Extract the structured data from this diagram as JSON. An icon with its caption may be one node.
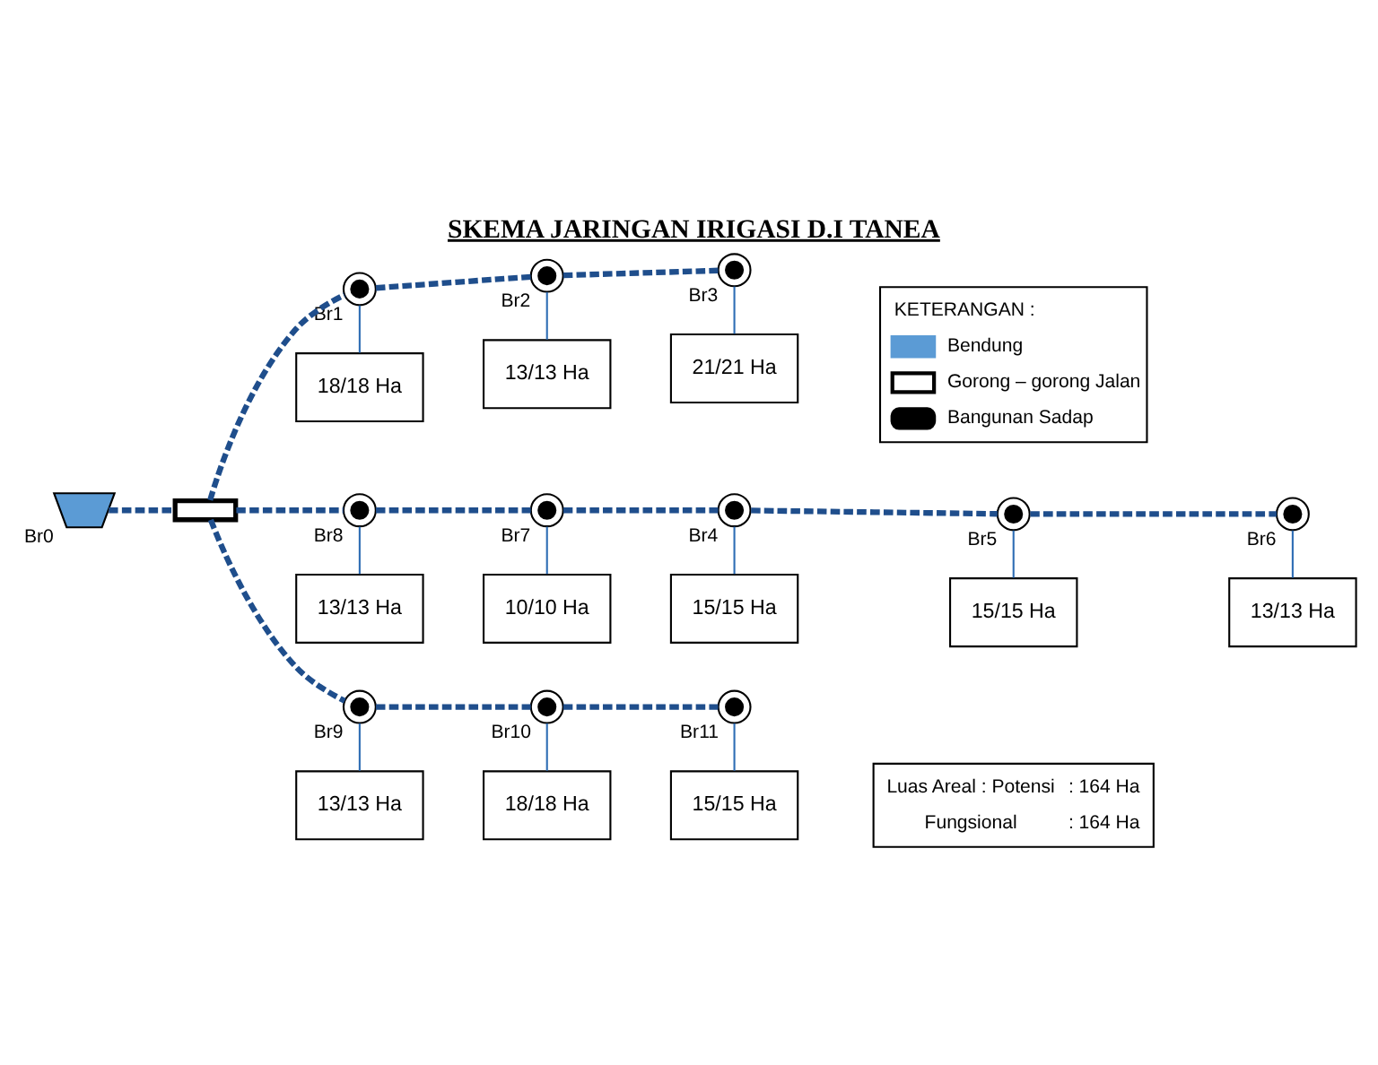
{
  "diagram": {
    "title": "SKEMA JARINGAN IRIGASI D.I TANEA",
    "nodes": [
      {
        "text": [],
        "shape": "weir",
        "beside": [
          "Br0"
        ]
      },
      {
        "text": [],
        "shape": "bar"
      },
      {
        "text": [
          "18/18 Ha"
        ]
      },
      {
        "text": [
          "13/13 Ha"
        ]
      },
      {
        "text": [
          "21/21 Ha"
        ]
      },
      {
        "text": [],
        "shape": "circle",
        "beside": [
          "Br1"
        ]
      },
      {
        "text": [],
        "shape": "circle",
        "beside": [
          "Br2"
        ]
      },
      {
        "text": [],
        "shape": "circle",
        "beside": [
          "Br3"
        ]
      },
      {
        "text": [],
        "shape": "circle",
        "beside": [
          "Br8"
        ]
      },
      {
        "text": [],
        "shape": "circle",
        "beside": [
          "Br7"
        ]
      },
      {
        "text": [],
        "shape": "circle",
        "beside": [
          "Br4"
        ]
      },
      {
        "text": [],
        "shape": "circle",
        "beside": [
          "Br5"
        ]
      },
      {
        "text": [
          "15/15 Ha"
        ]
      },
      {
        "text": [
          "13/13 Ha"
        ]
      },
      {
        "text": [
          "10/10 Ha"
        ]
      },
      {
        "text": [
          "15/15 Ha"
        ]
      },
      {
        "text": [],
        "shape": "circle",
        "beside": [
          "Br6"
        ]
      },
      {
        "text": [
          "13/13 Ha"
        ]
      },
      {
        "text": [],
        "shape": "circle",
        "beside": [
          "Br9"
        ]
      },
      {
        "text": [],
        "shape": "circle",
        "beside": [
          "Br10"
        ]
      },
      {
        "text": [],
        "shape": "circle",
        "beside": [
          "Br11"
        ]
      },
      {
        "text": [
          "13/13 Ha"
        ]
      },
      {
        "text": [
          "18/18 Ha"
        ]
      },
      {
        "text": [
          "15/15 Ha"
        ]
      }
    ],
    "edges": [
      {
        "from": 0,
        "to": 1,
        "arrow": "none",
        "style": "dashed"
      },
      {
        "from": 1,
        "to": 5,
        "arrow": "none",
        "style": "dashed"
      },
      {
        "from": 5,
        "to": 6,
        "arrow": "none",
        "style": "dashed"
      },
      {
        "from": 6,
        "to": 7,
        "arrow": "none",
        "style": "dashed"
      },
      {
        "from": 1,
        "to": 8,
        "arrow": "none",
        "style": "dashed"
      },
      {
        "from": 8,
        "to": 9,
        "arrow": "none",
        "style": "dashed"
      },
      {
        "from": 9,
        "to": 10,
        "arrow": "none",
        "style": "dashed"
      },
      {
        "from": 10,
        "to": 11,
        "arrow": "none",
        "style": "dashed"
      },
      {
        "from": 11,
        "to": 16,
        "arrow": "none",
        "style": "dashed"
      },
      {
        "from": 1,
        "to": 18,
        "arrow": "none",
        "style": "dashed"
      },
      {
        "from": 18,
        "to": 19,
        "arrow": "none",
        "style": "dashed"
      },
      {
        "from": 19,
        "to": 20,
        "arrow": "none",
        "style": "dashed"
      },
      {
        "from": 5,
        "to": 2,
        "arrow": "none"
      },
      {
        "from": 6,
        "to": 3,
        "arrow": "none"
      },
      {
        "from": 7,
        "to": 4,
        "arrow": "none"
      },
      {
        "from": 8,
        "to": 13,
        "arrow": "none"
      },
      {
        "from": 9,
        "to": 14,
        "arrow": "none"
      },
      {
        "from": 10,
        "to": 15,
        "arrow": "none"
      },
      {
        "from": 11,
        "to": 12,
        "arrow": "none"
      },
      {
        "from": 16,
        "to": 17,
        "arrow": "none"
      },
      {
        "from": 18,
        "to": 21,
        "arrow": "none"
      },
      {
        "from": 19,
        "to": 22,
        "arrow": "none"
      },
      {
        "from": 20,
        "to": 23,
        "arrow": "none"
      }
    ],
    "labels": [
      "KETERANGAN :",
      "Luas Areal : Potensi",
      ": 164 Ha",
      "Fungsional",
      ": 164 Ha"
    ],
    "legend": [
      {
        "text": "Bendung"
      },
      {
        "text": "Gorong – gorong Jalan"
      },
      {
        "text": "Bangunan Sadap"
      }
    ]
  }
}
